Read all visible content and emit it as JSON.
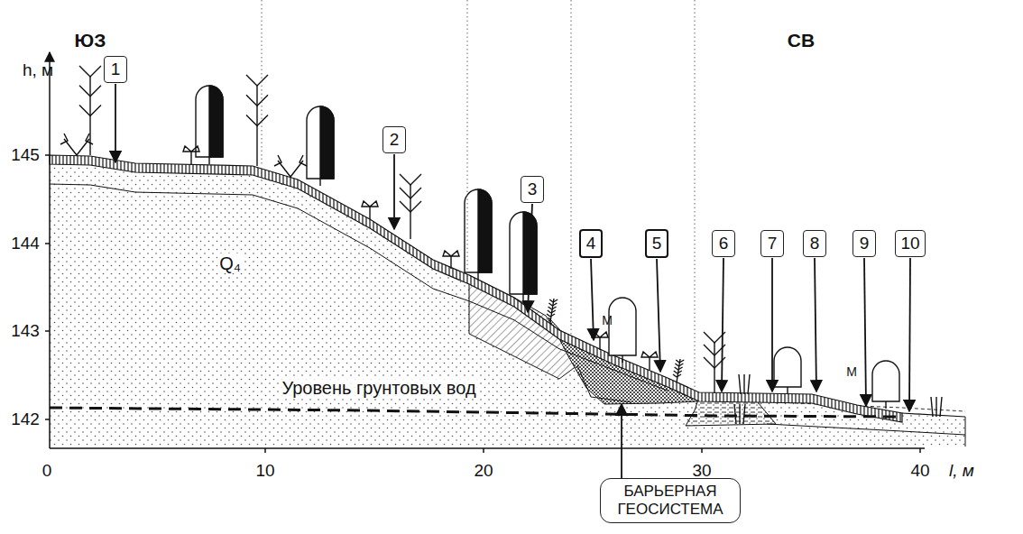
{
  "diagram": {
    "nodes": [
      {
        "text": [
          "1"
        ]
      },
      {
        "text": [
          "2"
        ]
      },
      {
        "text": [
          "3"
        ]
      },
      {
        "text": [
          "4"
        ]
      },
      {
        "text": [
          "5"
        ]
      },
      {
        "text": [
          "6"
        ]
      },
      {
        "text": [
          "7"
        ]
      },
      {
        "text": [
          "8"
        ]
      },
      {
        "text": [
          "9"
        ]
      },
      {
        "text": [
          "10"
        ]
      },
      {
        "text": [
          "БАРЬЕРНАЯ ГЕОСИСТЕМА"
        ]
      }
    ],
    "labels": [
      "ЮЗ",
      "СВ",
      "h, м",
      "145",
      "144",
      "143",
      "142",
      "0",
      "10",
      "20",
      "30",
      "40",
      "l, м",
      "Q₄",
      "Уровень грунтовых вод",
      "М",
      "М"
    ]
  }
}
